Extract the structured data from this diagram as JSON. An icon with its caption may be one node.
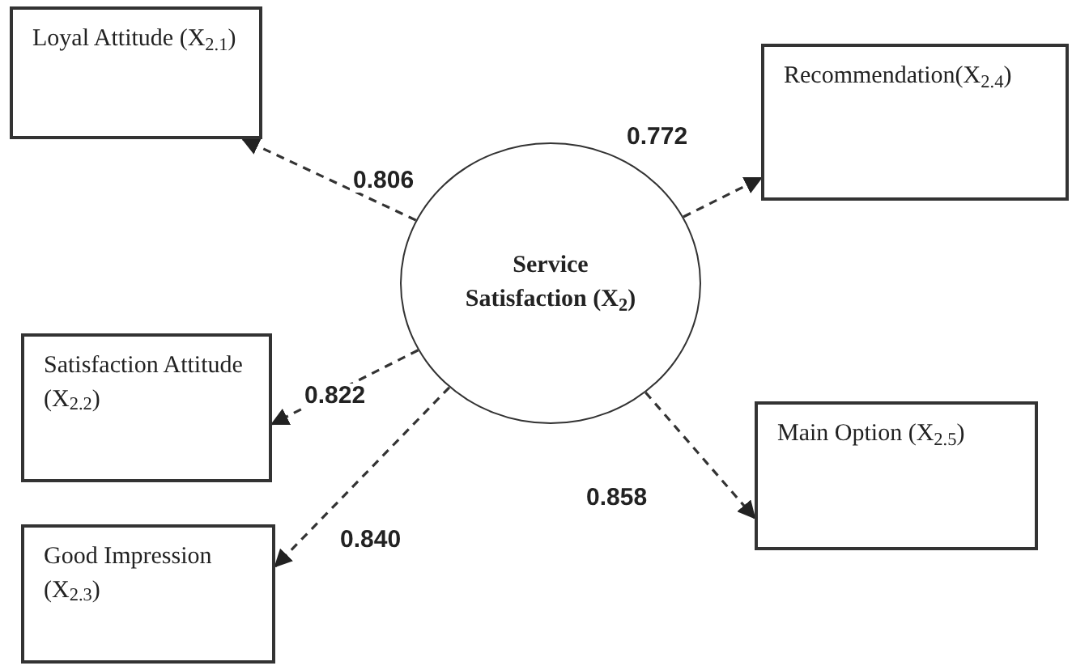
{
  "diagram": {
    "nodes": [
      {
        "text": [
          "Loyal Attitude (X$_{2.1}$)"
        ]
      },
      {
        "text": [
          "Recommendation(X$_{2.4}$)"
        ]
      },
      {
        "text": [
          "Service Satisfaction (X$_{2}$)"
        ]
      },
      {
        "text": [
          "Satisfaction Attitude (X$_{2.2}$)"
        ]
      },
      {
        "text": [
          "Main Option (X$_{2.5}$)"
        ]
      },
      {
        "text": [
          "Good Impression (X$_{2.3}$)"
        ]
      }
    ],
    "edges": [
      {
        "from": 2,
        "to": 0,
        "arrow": "to",
        "label": "0.806",
        "style": "dashed"
      },
      {
        "from": 2,
        "to": 1,
        "arrow": "to",
        "label": "0.772",
        "style": "dashed"
      },
      {
        "from": 2,
        "to": 3,
        "arrow": "to",
        "label": "0.822",
        "style": "dashed"
      },
      {
        "from": 2,
        "to": 4,
        "arrow": "to",
        "label": "0.858",
        "style": "dashed"
      },
      {
        "from": 2,
        "to": 5,
        "arrow": "to",
        "label": "0.840",
        "style": "dashed"
      }
    ]
  }
}
